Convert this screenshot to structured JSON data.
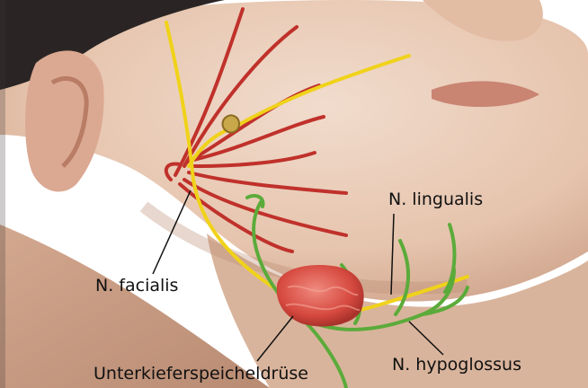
{
  "labels": {
    "facialis": "N. facialis",
    "lingualis": "N. lingualis",
    "hypoglossus": "N. hypoglossus",
    "gland": "Unterkieferspeicheldrüse"
  },
  "colors": {
    "skin": "#e8c9b4",
    "skin_shadow": "#c99d86",
    "hair": "#2a2524",
    "nerve_facial": "#c0312b",
    "nerve_lingual": "#f0d21a",
    "nerve_hypoglossal": "#5bab3a",
    "gland": "#d9584e"
  }
}
